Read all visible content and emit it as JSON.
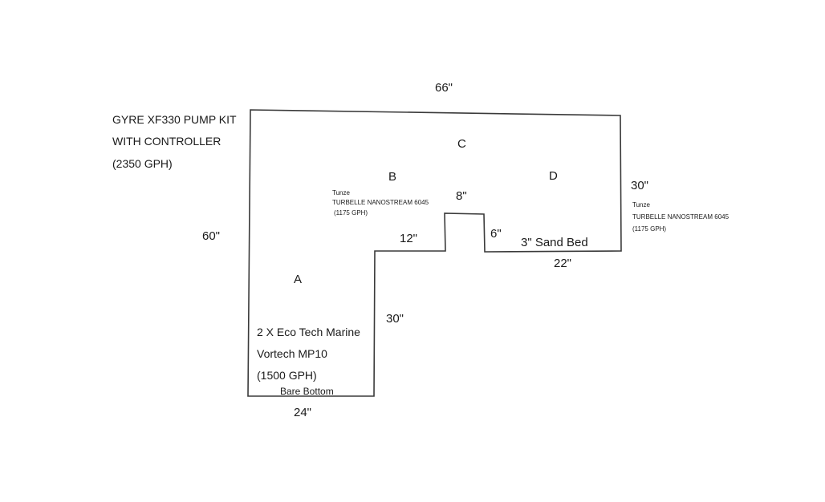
{
  "dimensions": {
    "top": "66\"",
    "left": "60\"",
    "right": "30\"",
    "bottom": "24\"",
    "inner_vertical": "30\"",
    "inner_ledge": "12\"",
    "notch_width": "8\"",
    "notch_depth": "6\"",
    "right_ledge": "22\""
  },
  "zones": {
    "a": "A",
    "b": "B",
    "c": "C",
    "d": "D"
  },
  "gyre_pump": {
    "line1": "GYRE XF330 PUMP KIT",
    "line2": "WITH CONTROLLER",
    "line3": "(2350 GPH)"
  },
  "vortech": {
    "line1": "2 X Eco Tech Marine",
    "line2": "Vortech MP10",
    "line3": "(1500 GPH)"
  },
  "labels": {
    "bare_bottom": "Bare Bottom",
    "sand_bed": "3\" Sand Bed"
  },
  "tunze_left": {
    "brand": "Tunze",
    "model": "TURBELLE NANOSTREAM 6045",
    "flow": "(1175 GPH)"
  },
  "tunze_right": {
    "brand": "Tunze",
    "model": "TURBELLE NANOSTREAM 6045",
    "flow": "(1175 GPH)"
  }
}
